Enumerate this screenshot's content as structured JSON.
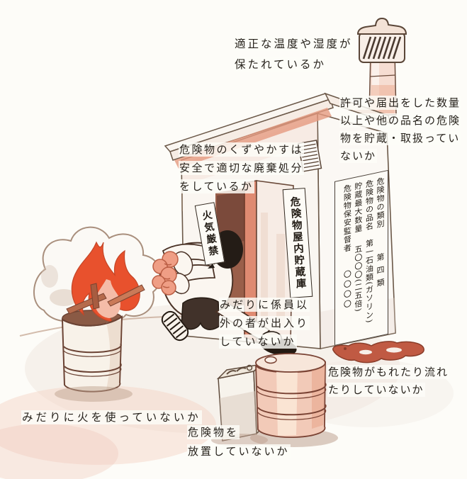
{
  "palette": {
    "paper": "#fdfcf8",
    "ink": "#27221c",
    "outline_brown": "#6b4a38",
    "salmon": "#e59a7f",
    "flame_red": "#e8512d",
    "spill_red": "#c05a43"
  },
  "annotations": {
    "temperature": {
      "lines": [
        "適正な温度や湿度が",
        "保たれているか"
      ]
    },
    "permit": {
      "lines": [
        "許可や届出をした数量",
        "以上や他の品名の危険",
        "物を貯蔵・取扱ってい",
        "ないか"
      ]
    },
    "waste": {
      "lines": [
        "危険物のくずやかすは",
        "安全で適切な廃棄処分",
        "をしているか"
      ]
    },
    "entry": {
      "lines": [
        "みだりに係員以",
        "外の者が出入り",
        "していないか"
      ]
    },
    "fire_use": {
      "lines": [
        "みだりに火を使っていないか"
      ]
    },
    "abandon": {
      "lines": [
        "危険物を",
        "放置していないか"
      ]
    },
    "leak": {
      "lines": [
        "危険物がもれたり流れ",
        "たりしていないか"
      ]
    }
  },
  "signs": {
    "fire_prohibition": "火気厳禁",
    "storage_name": "危険物屋内貯蔵庫",
    "placard": {
      "columns": [
        {
          "label": "危険物の類別",
          "value": "第四類"
        },
        {
          "label": "危険物の品名",
          "value": "第一石油類(ガソリン)"
        },
        {
          "label": "貯蔵最大数量",
          "value": "五〇〇〇(二五倍)"
        },
        {
          "label": "危険物保安監督者",
          "value": "〇〇〇〇"
        }
      ]
    }
  }
}
